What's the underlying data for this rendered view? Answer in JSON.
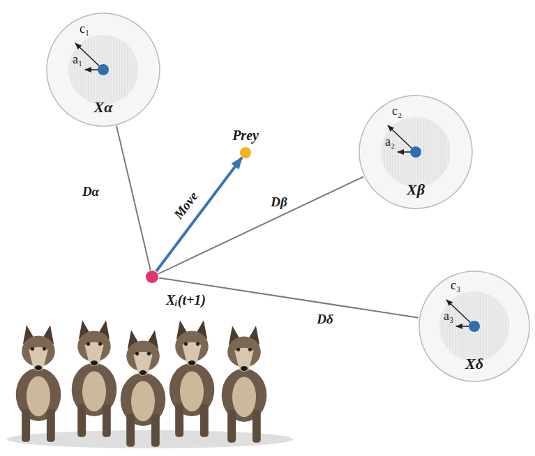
{
  "diagram": {
    "nodes": [
      {
        "text": [
          "c₁",
          "a₁",
          "Xα"
        ]
      },
      {
        "text": [
          "Prey"
        ]
      },
      {
        "text": [
          "c₂",
          "a₂",
          "Xβ"
        ]
      },
      {
        "text": [
          "Xᵢ(t+1)"
        ]
      },
      {
        "text": [
          "c₃",
          "a₃",
          "Xδ"
        ]
      }
    ],
    "edges": [
      {
        "from": 3,
        "to": 0,
        "arrow": "none",
        "label": "Dα"
      },
      {
        "from": 3,
        "to": 1,
        "arrow": "to",
        "label": "Move"
      },
      {
        "from": 3,
        "to": 2,
        "arrow": "none",
        "label": "Dβ"
      },
      {
        "from": 3,
        "to": 4,
        "arrow": "none",
        "label": "Dδ"
      }
    ]
  }
}
